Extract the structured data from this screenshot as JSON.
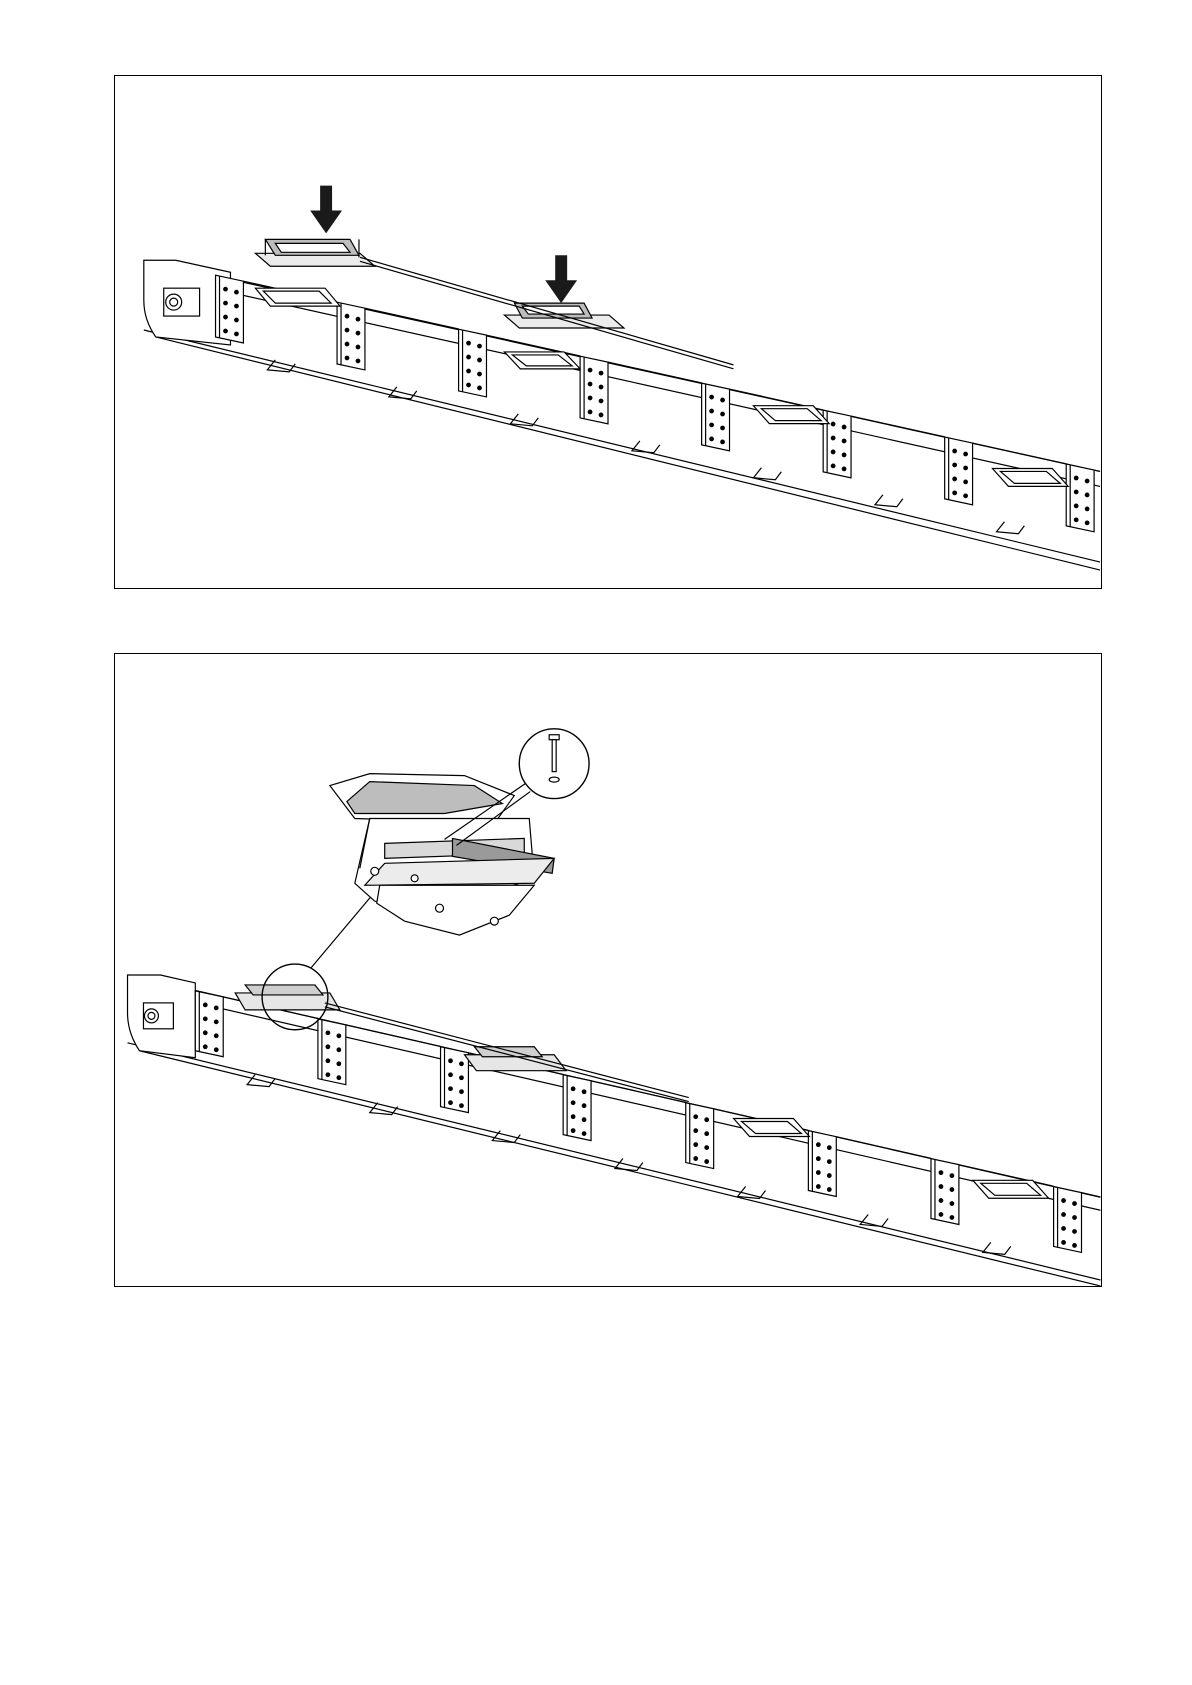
{
  "figures": [
    {
      "id": "figure-1",
      "content": "conveyor-with-two-inlet-gates",
      "arrow_count": 2,
      "arrow_color": "#1a1a1a",
      "icon": "down-arrow-icon"
    },
    {
      "id": "figure-2",
      "content": "conveyor-with-installed-inlet-gates-and-detail",
      "detail_callouts": 2,
      "icon": "magnify-circle-icon"
    }
  ],
  "colors": {
    "line": "#000000",
    "shade_light": "#d9d9d9",
    "shade_dark": "#9a9a9a",
    "paper": "#ffffff"
  }
}
